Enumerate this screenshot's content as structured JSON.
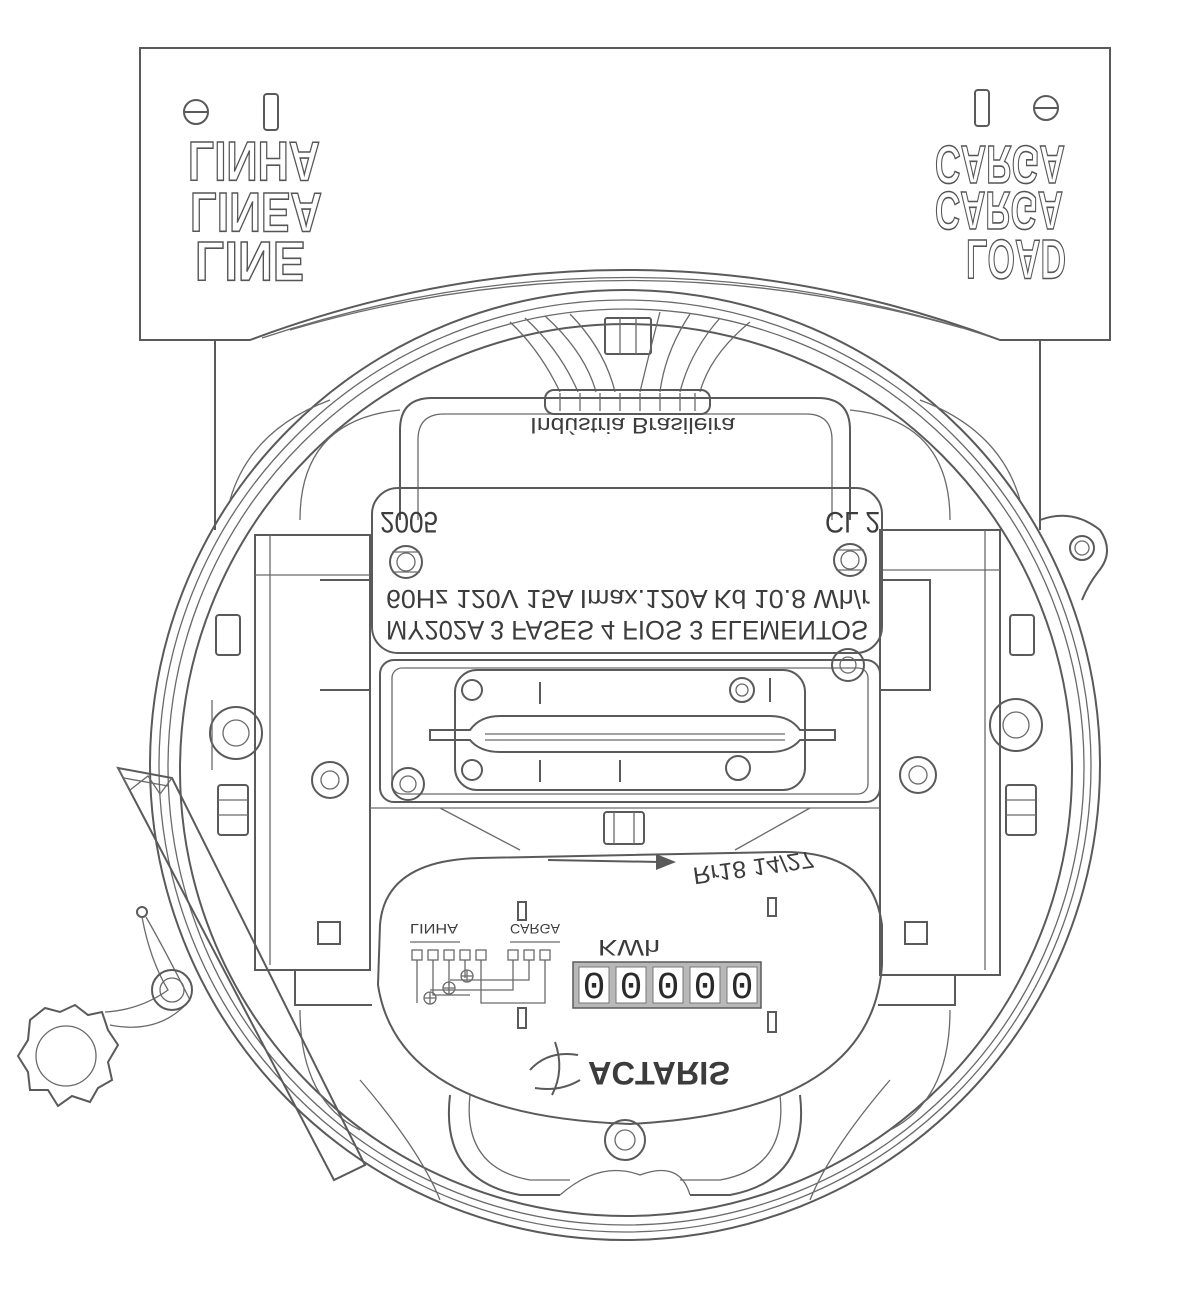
{
  "meter": {
    "line_terminal": {
      "labels": [
        "LINHA",
        "LINEA",
        "LINE"
      ]
    },
    "load_terminal": {
      "labels": [
        "CARGA",
        "CARGA",
        "LOAD"
      ]
    },
    "origin": "Indústria Brasileira",
    "nameplate": {
      "year": "2005",
      "class": "CL 2",
      "ratings": "60Hz 120V 15A Imax.120A Kd 10.8 Wh/r",
      "model": "MY202A 3 FASES 4 FIOS 3 ELEMENTOS"
    },
    "register": {
      "ratio": "Rr18 14/27",
      "unit": "KWh",
      "digits": [
        "0",
        "0",
        "0",
        "0",
        "0"
      ],
      "diagram_line_label": "LINHA",
      "diagram_load_label": "CARGA"
    },
    "brand": "ACTARIS"
  },
  "colors": {
    "linework": "#5a5a5a",
    "register_window": "#b8b8b8"
  }
}
